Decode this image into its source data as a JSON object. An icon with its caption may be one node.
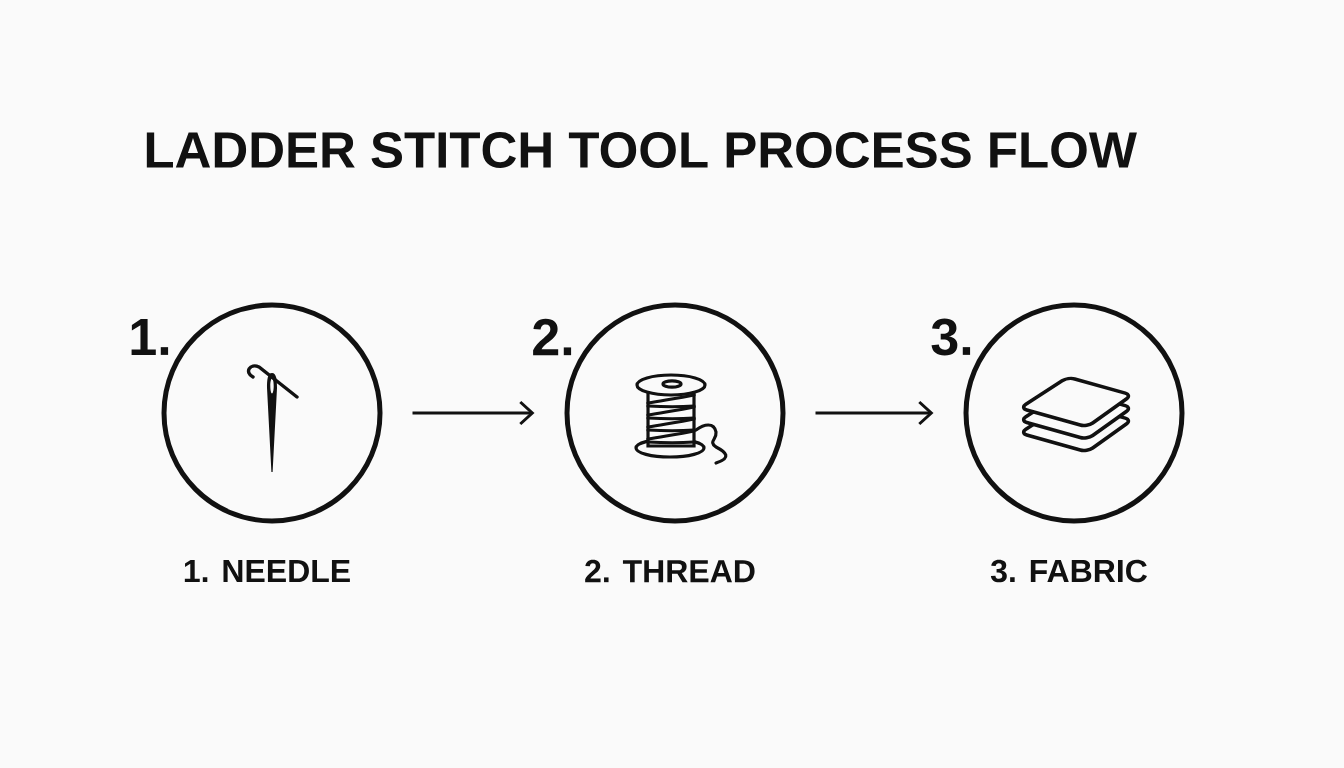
{
  "diagram": {
    "title": "LADDER STITCH TOOL PROCESS FLOW",
    "nodes": [
      {
        "text": [
          "1."
        ],
        "beside": [
          "1. NEEDLE"
        ]
      },
      {
        "text": [
          "2."
        ],
        "beside": [
          "2. THREAD"
        ]
      },
      {
        "text": [
          "3."
        ],
        "beside": [
          "3. FABRIC"
        ]
      }
    ],
    "edges": [
      {
        "from": 0,
        "to": 1,
        "arrow": "to"
      },
      {
        "from": 1,
        "to": 2,
        "arrow": "to"
      }
    ]
  }
}
